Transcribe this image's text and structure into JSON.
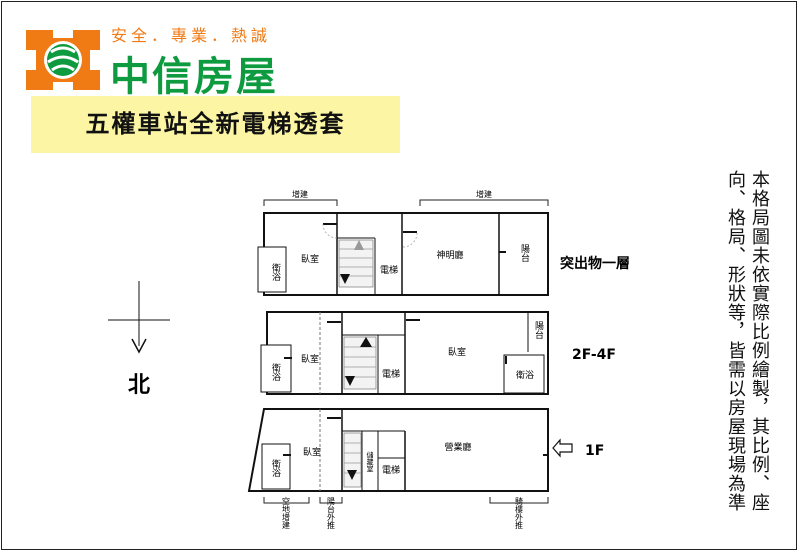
{
  "brand": {
    "tagline": "安全．專業．熱誠",
    "name": "中信房屋",
    "colors": {
      "orange": "#f07a14",
      "green": "#0e9a3f"
    }
  },
  "title": "五權車站全新電梯透套",
  "disclaimer": {
    "line1": "本格局圖未依實際比例繪製，其比例、座",
    "line2": "向、格局、形狀等，皆需以房屋現場為準"
  },
  "compass": {
    "label": "北"
  },
  "floors": {
    "top": {
      "label": "突出物一層",
      "annotations": {
        "left": "增建",
        "right": "增建"
      },
      "rooms": {
        "bath": "衛浴",
        "bedroom": "臥室",
        "elevator": "電梯",
        "altar": "神明廳",
        "balcony": "陽台"
      }
    },
    "mid": {
      "label": "2F-4F",
      "rooms": {
        "bath_left": "衛浴",
        "bedroom_left": "臥室",
        "elevator": "電梯",
        "bedroom_right": "臥室",
        "bath_right": "衛浴",
        "balcony": "陽台"
      }
    },
    "ground": {
      "label": "1F",
      "rooms": {
        "bath": "衛浴",
        "bedroom": "臥室",
        "storage": "儲藏室",
        "elevator": "電梯",
        "business_hall": "營業廳"
      },
      "annotations": {
        "open_space": "空地增建",
        "balcony_out": "陽台外推",
        "arcade_out": "騎樓外推"
      }
    }
  }
}
